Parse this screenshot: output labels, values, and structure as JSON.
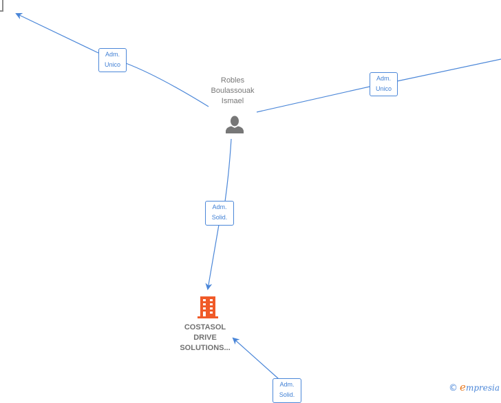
{
  "diagram": {
    "type": "relationship-graph",
    "colors": {
      "edge": "#4a86d8",
      "edge_label_text": "#3f7fd4",
      "person_icon": "#777777",
      "company_icon": "#f05a28",
      "node_text": "#777777"
    },
    "nodes": {
      "person": {
        "name_line1": "Robles",
        "name_line2": "Boulassouak",
        "name_line3": "Ismael",
        "icon": "person-icon"
      },
      "company": {
        "name_line1": "COSTASOL",
        "name_line2": "DRIVE",
        "name_line3": "SOLUTIONS...",
        "icon": "building-icon"
      }
    },
    "edges": [
      {
        "id": "edge-top-left",
        "label_line1": "Adm.",
        "label_line2": "Unico"
      },
      {
        "id": "edge-top-right",
        "label_line1": "Adm.",
        "label_line2": "Unico"
      },
      {
        "id": "edge-to-company",
        "label_line1": "Adm.",
        "label_line2": "Solid."
      },
      {
        "id": "edge-bottom",
        "label_line1": "Adm.",
        "label_line2": "Solid."
      }
    ]
  },
  "watermark": {
    "copyright_symbol": "©",
    "brand_initial": "e",
    "brand_rest": "mpresia"
  }
}
